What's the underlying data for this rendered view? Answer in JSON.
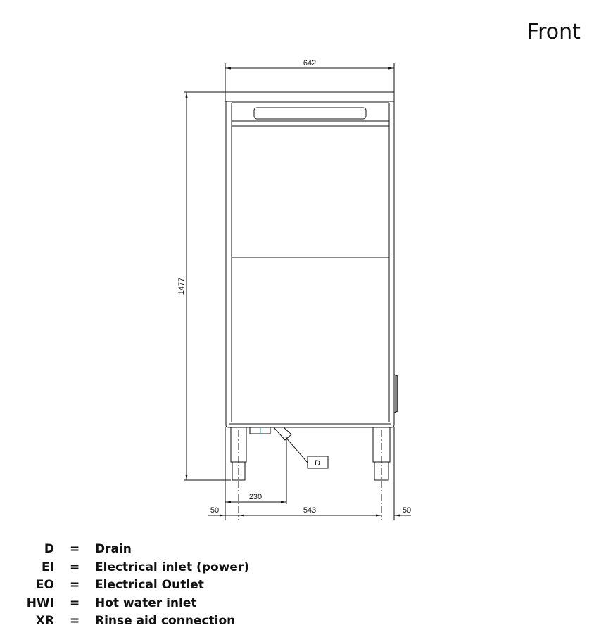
{
  "view_title": "Front",
  "dimensions": {
    "width": "642",
    "height": "1477",
    "drain_offset": "230",
    "left_margin": "50",
    "leg_span": "543",
    "right_margin": "50"
  },
  "callouts": {
    "drain": "D"
  },
  "legend": [
    {
      "key": "D",
      "eq": "=",
      "desc": "Drain"
    },
    {
      "key": "EI",
      "eq": "=",
      "desc": "Electrical inlet (power)"
    },
    {
      "key": "EO",
      "eq": "=",
      "desc": "Electrical Outlet"
    },
    {
      "key": "HWI",
      "eq": "=",
      "desc": "Hot water inlet"
    },
    {
      "key": "XR",
      "eq": "=",
      "desc": "Rinse aid connection"
    }
  ]
}
